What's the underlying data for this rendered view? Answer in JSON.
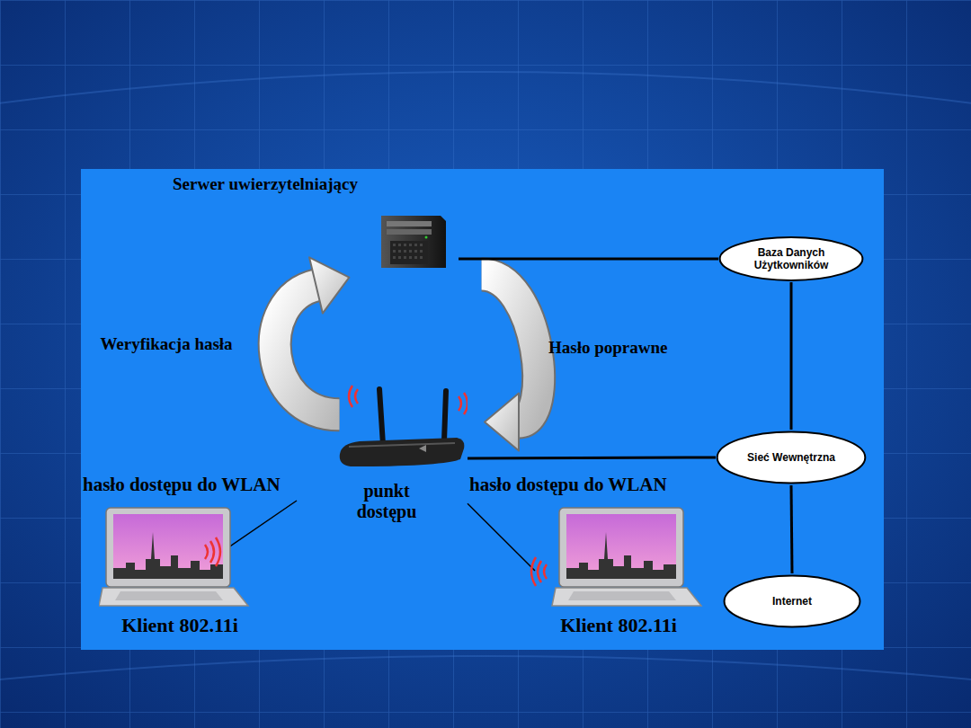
{
  "diagram": {
    "nodes": [
      {
        "text": [
          "Serwer uwierzytelniający"
        ]
      },
      {
        "text": [
          "Baza Danych Użytkowników"
        ]
      },
      {
        "text": [
          "punkt dostępu"
        ]
      },
      {
        "text": [
          "Sieć Wewnętrzna"
        ]
      },
      {
        "text": [
          "Internet"
        ]
      },
      {
        "text": [
          "Klient 802.11i"
        ]
      },
      {
        "text": [
          "Klient 802.11i"
        ]
      }
    ],
    "edges": [
      {
        "from": 2,
        "to": 0,
        "label": "Weryfikacja hasła",
        "arrow": "to"
      },
      {
        "from": 0,
        "to": 2,
        "label": "Hasło poprawne",
        "arrow": "to"
      },
      {
        "from": 0,
        "to": 1,
        "arrow": "none"
      },
      {
        "from": 1,
        "to": 3,
        "arrow": "none"
      },
      {
        "from": 2,
        "to": 3,
        "arrow": "none"
      },
      {
        "from": 3,
        "to": 4,
        "arrow": "none"
      },
      {
        "from": 5,
        "to": 2,
        "label": "hasło dostępu do WLAN",
        "arrow": "none"
      },
      {
        "from": 6,
        "to": 2,
        "label": "hasło dostępu do WLAN",
        "arrow": "none"
      }
    ]
  }
}
